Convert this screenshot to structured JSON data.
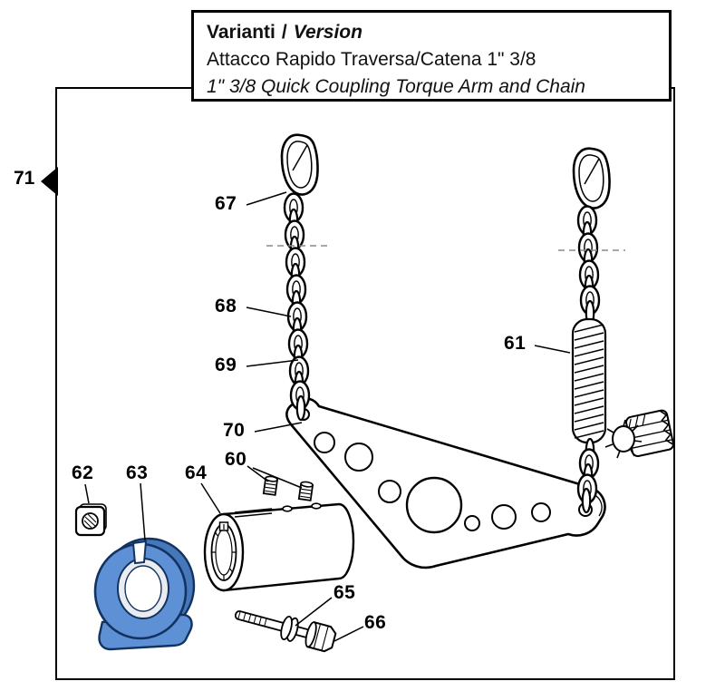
{
  "title_box": {
    "variant_label_it": "Varianti",
    "separator": "/",
    "variant_label_en": "Version",
    "subtitle_italian": "Attacco Rapido Traversa/Catena 1\" 3/8",
    "subtitle_english": "1\" 3/8 Quick Coupling Torque Arm and Chain"
  },
  "figure": {
    "number": "71"
  },
  "callouts": {
    "c60": "60",
    "c61": "61",
    "c62": "62",
    "c63": "63",
    "c64": "64",
    "c65": "65",
    "c66": "66",
    "c67": "67",
    "c68": "68",
    "c69": "69",
    "c70": "70"
  },
  "colors": {
    "clamp_fill": "#5E90D6",
    "clamp_back_fill": "#4677B8",
    "clamp_outline": "#123360",
    "bore_fill": "#E9EDF2",
    "line_color": "#000000"
  }
}
